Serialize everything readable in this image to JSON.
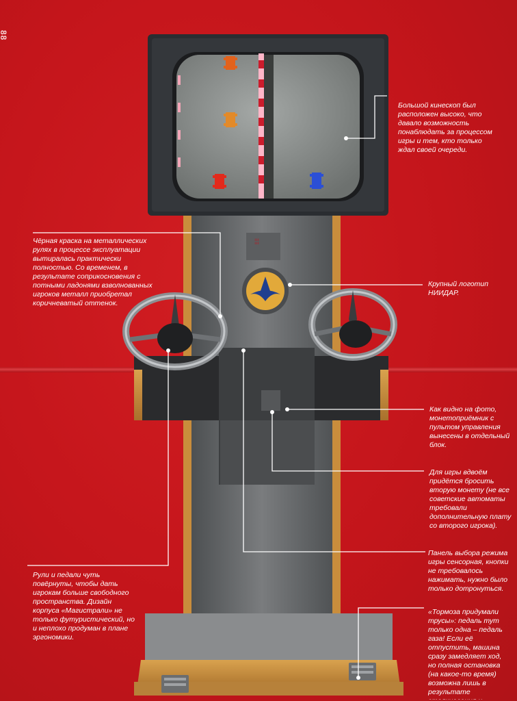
{
  "page": {
    "number": "88"
  },
  "captions": {
    "crt": "Большой кинескоп был расположен высоко, что давало возможность понаблюдать за процессом игры и тем, кто только ждал своей очереди.",
    "paint": "Чёрная краска на металлических рулях в процессе эксплуатации вытиралась практически полностью. Со временем, в результате соприкосновения с потными ладонями взволнованных игроков металл приобретал коричневатый оттенок.",
    "logo": "Крупный логотип НИИДАР.",
    "coin_block": "Как видно на фото, монетоприёмник с пультом управления вынесены в отдельный блок.",
    "two_players": "Для игры вдвоём придётся бросить вторую монету (не все советские автоматы требовали дополнительную плату со второго игрока).",
    "touch_panel": "Панель выбора режима игры сенсорная, кнопки не требовалось нажимать, нужно было только дотронуться.",
    "ergonomics": "Рули и педали чуть повёрнуты, чтобы дать игрокам больше свободного пространства. Дизайн корпуса «Магистрали» не только футуристический, но и неплохо продуман в плане эргономики.",
    "brakes": "«Тормоза придумали трусы»: педаль тут только одна – педаль газа! Если её отпустить, машина сразу замедляет ход, но полная остановка (на какое-то время) возможна лишь в результате столкновения и"
  },
  "colors": {
    "page_red": "#c8161c",
    "cabinet_dark": "#2b2e33",
    "screen": "#8e9290",
    "cabinet_steel": "#6c6e70",
    "wood_trim": "#c98d3c",
    "logo_gold": "#e2a93a",
    "logo_blue": "#1f3f8f"
  }
}
